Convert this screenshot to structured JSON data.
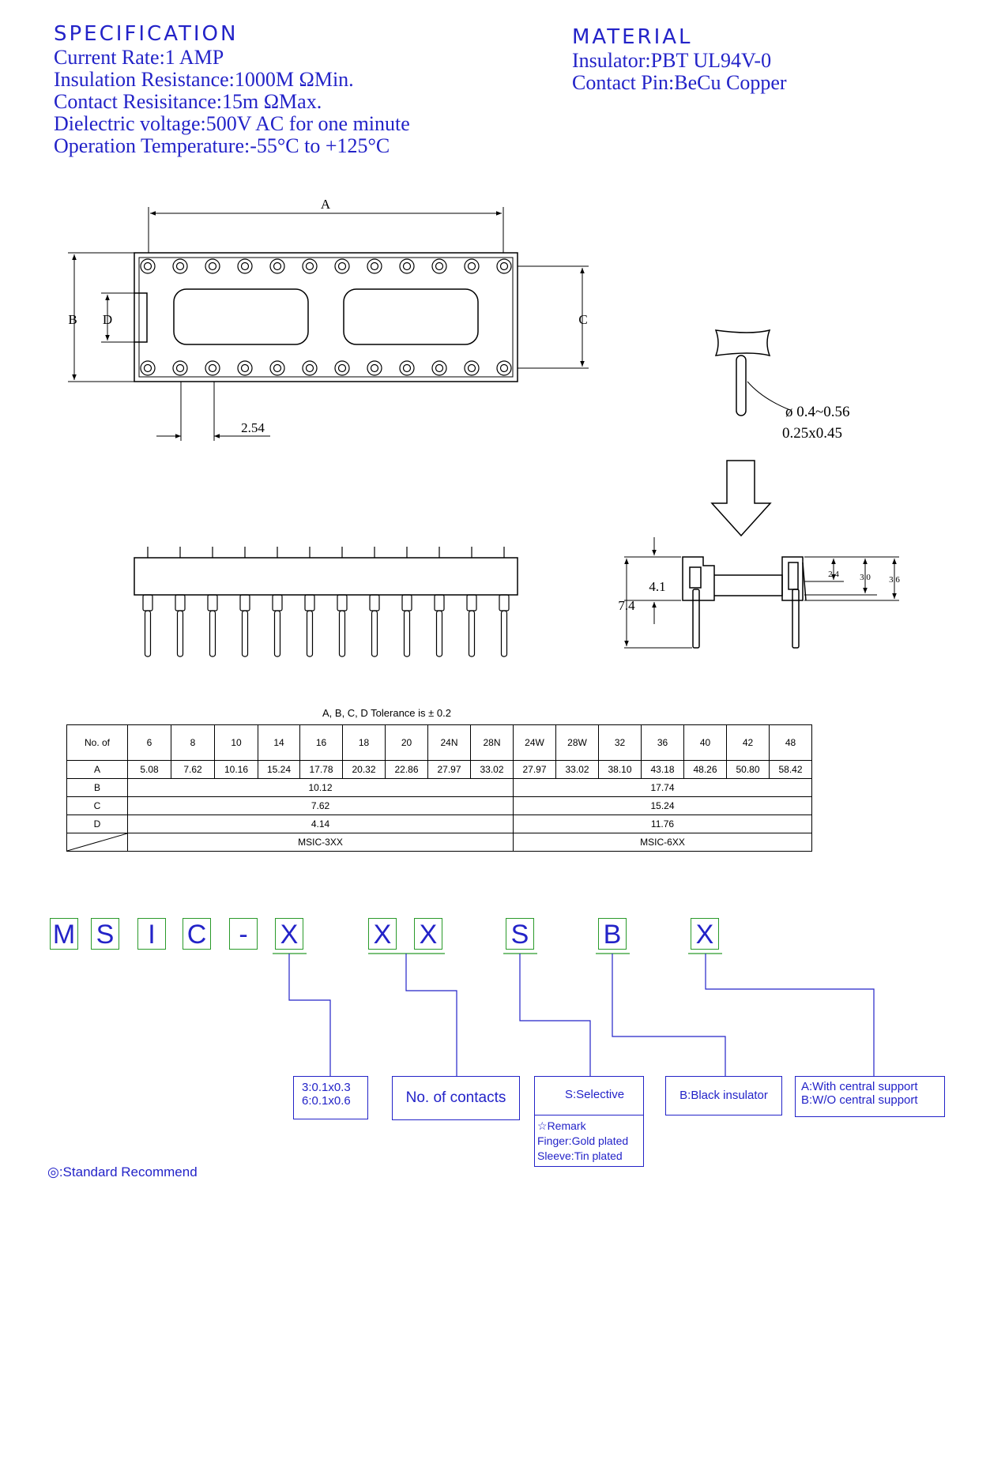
{
  "specification": {
    "heading": "SPECIFICATION",
    "lines": [
      "Current Rate:1 AMP",
      "Insulation Resistance:1000M ΩMin.",
      "Contact Resisitance:15m ΩMax.",
      "Dielectric voltage:500V AC for one minute",
      "Operation Temperature:-55°C to +125°C"
    ]
  },
  "material": {
    "heading": "MATERIAL",
    "lines": [
      "Insulator:PBT UL94V-0",
      "Contact Pin:BeCu Copper"
    ]
  },
  "drawing_labels": {
    "a": "A",
    "b": "B",
    "c": "C",
    "d": "D",
    "pitch": "2.54",
    "pin_dia": "ø 0.4~0.56",
    "pin_rect": "0.25x0.45",
    "h41": "4.1",
    "h74": "7.4",
    "h24": "2.4",
    "h30": "3.0",
    "h36": "3.6"
  },
  "tolerance": "A, B, C, D Tolerance is ± 0.2",
  "dimension_table": {
    "header_label": "No. of",
    "columns": [
      "6",
      "8",
      "10",
      "14",
      "16",
      "18",
      "20",
      "24N",
      "28N",
      "24W",
      "28W",
      "32",
      "36",
      "40",
      "42",
      "48"
    ],
    "a_label": "A",
    "a_values": [
      "5.08",
      "7.62",
      "10.16",
      "15.24",
      "17.78",
      "20.32",
      "22.86",
      "27.97",
      "33.02",
      "27.97",
      "33.02",
      "38.10",
      "43.18",
      "48.26",
      "50.80",
      "58.42"
    ],
    "b_label": "B",
    "b_narrow": "10.12",
    "b_wide": "17.74",
    "c_label": "C",
    "c_narrow": "7.62",
    "c_wide": "15.24",
    "d_label": "D",
    "d_narrow": "4.14",
    "d_wide": "11.76",
    "series_narrow": "MSIC-3XX",
    "series_wide": "MSIC-6XX"
  },
  "part_code": [
    "M",
    "S",
    "I",
    "C",
    "-",
    "X",
    "X",
    "X",
    "S",
    "B",
    "X"
  ],
  "options": {
    "width": [
      "3:0.1x0.3",
      "6:0.1x0.6"
    ],
    "contacts": "No. of contacts",
    "plating": "S:Selective",
    "remark_title": "Remark",
    "remark_lines": [
      "Finger:Gold plated",
      "Sleeve:Tin plated"
    ],
    "insulator": "B:Black insulator",
    "support": [
      "A:With central support",
      "B:W/O central support"
    ]
  },
  "footnote": "◎:Standard Recommend",
  "colors": {
    "text": "#2323c8",
    "code_border": "#2a9a2a",
    "line": "#000000"
  }
}
